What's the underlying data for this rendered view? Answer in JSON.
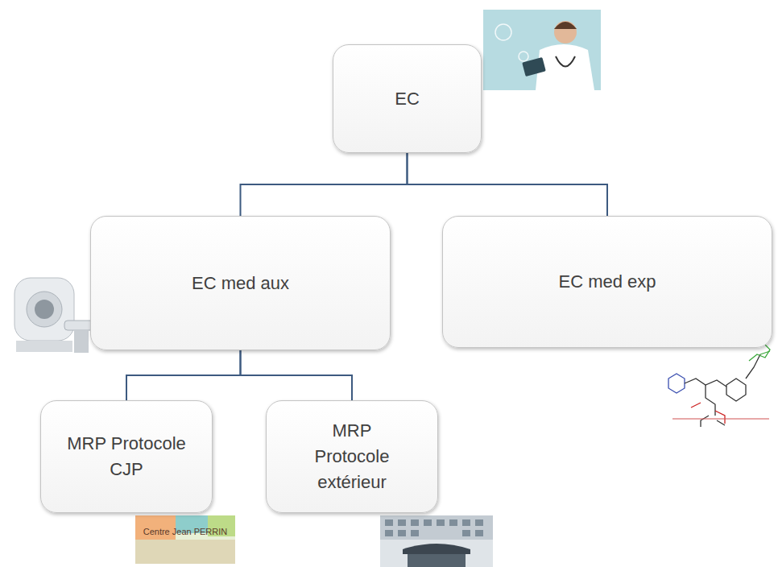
{
  "diagram": {
    "nodes": [
      {
        "text": [
          "EC"
        ]
      },
      {
        "text": [
          "EC med aux"
        ]
      },
      {
        "text": [
          "EC med exp"
        ]
      },
      {
        "text": [
          "MRP Protocole CJP"
        ]
      },
      {
        "text": [
          "MRP Protocole extérieur"
        ]
      }
    ],
    "edges": [
      {
        "from": 0,
        "to": 1,
        "arrow": "none"
      },
      {
        "from": 0,
        "to": 2,
        "arrow": "none"
      },
      {
        "from": 1,
        "to": 3,
        "arrow": "none"
      },
      {
        "from": 1,
        "to": 4,
        "arrow": "none"
      }
    ],
    "labels": [
      "Centre Jean PERRIN"
    ]
  }
}
